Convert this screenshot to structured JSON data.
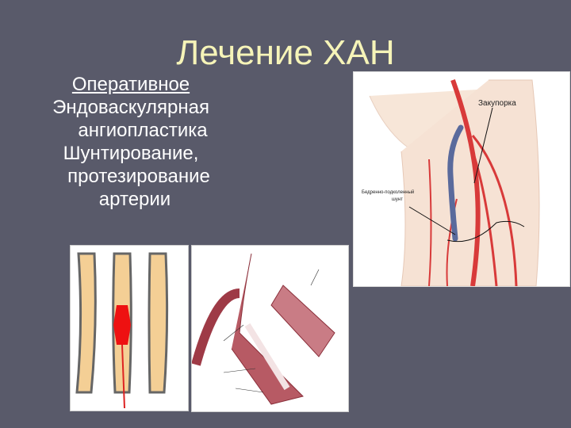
{
  "slide": {
    "title": "Лечение ХАН",
    "body": {
      "heading": "Оперативное",
      "lines": [
        "Эндоваскулярная",
        "ангиопластика",
        "Шунтирование,",
        "протезирование",
        "артерии"
      ]
    },
    "images": {
      "leg_bypass": {
        "label_blockage": "Закупорка",
        "label_shunt_line1": "Бедренно-подколенный",
        "label_shunt_line2": "шунт"
      },
      "angioplasty": {},
      "stent": {}
    },
    "colors": {
      "background": "#595a6a",
      "title": "#f6f4b8",
      "text": "#ffffff",
      "artery": "#d83a3a",
      "graft": "#5a6a9c"
    }
  }
}
